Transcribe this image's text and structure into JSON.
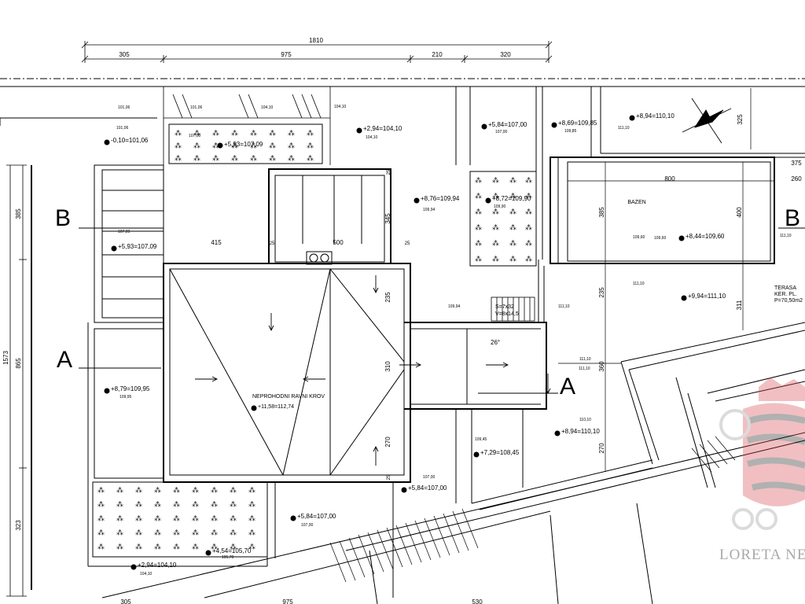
{
  "overall_dimension": "1810",
  "segment_dimensions": [
    "305",
    "975",
    "210",
    "320"
  ],
  "left_dimensions": {
    "total": "1573",
    "upper": "385",
    "middle": "865",
    "lower": "323"
  },
  "roof": {
    "label": "NEPROHODNI RAVNI KROV",
    "level": "+11,58=112,74"
  },
  "pool": {
    "label": "BAZEN",
    "length": "800",
    "width": "400"
  },
  "terrace": {
    "line1": "TERASA",
    "line2": "KER. PL.",
    "line3": "P=70,50m2"
  },
  "stairs": {
    "line1": "S=7x32",
    "line2": "V=8x14,5"
  },
  "slope": "26°",
  "section_marks": {
    "a": "A",
    "b": "B"
  },
  "inner_dimensions": {
    "d415": "415",
    "d500": "500",
    "d25a": "25",
    "d25b": "25",
    "d25c": "25",
    "d25d": "25",
    "d345": "345",
    "d235a": "235",
    "d310": "310",
    "d270a": "270",
    "d385r": "385",
    "d235r": "235",
    "d360": "360",
    "d270r": "270",
    "d311": "311",
    "d325": "325",
    "d375": "375",
    "d260": "260"
  },
  "levels": [
    "-0,10=101,06",
    "+5,93=107,09",
    "+5,93=107,09",
    "+2,94=104,10",
    "+5,84=107,00",
    "+8,69=109,85",
    "+8,94=110,10",
    "+8,76=109,94",
    "+8,72=109,90",
    "+8,44=109,60",
    "+9,94=111,10",
    "+8,79=109,95",
    "+8,94=110,10",
    "+7,29=108,45",
    "+5,84=107,00",
    "+5,84=107,00",
    "+4,54=105,70",
    "+2,94=104,10"
  ],
  "small_values": [
    "101,06",
    "101,06",
    "101,06",
    "104,10",
    "104,10",
    "107,00",
    "109,85",
    "111,10",
    "109,94",
    "109,90",
    "107,00",
    "109,60",
    "111,10",
    "111,10",
    "109,94",
    "111,10",
    "111,10",
    "109,95",
    "110,10",
    "109,45",
    "107,00",
    "107,00",
    "105,70",
    "104,10",
    "107,09",
    "104,10",
    "111,10",
    "109,60"
  ],
  "bottom_dimensions": [
    "305",
    "975",
    "530"
  ],
  "watermark": "LORETA NE"
}
